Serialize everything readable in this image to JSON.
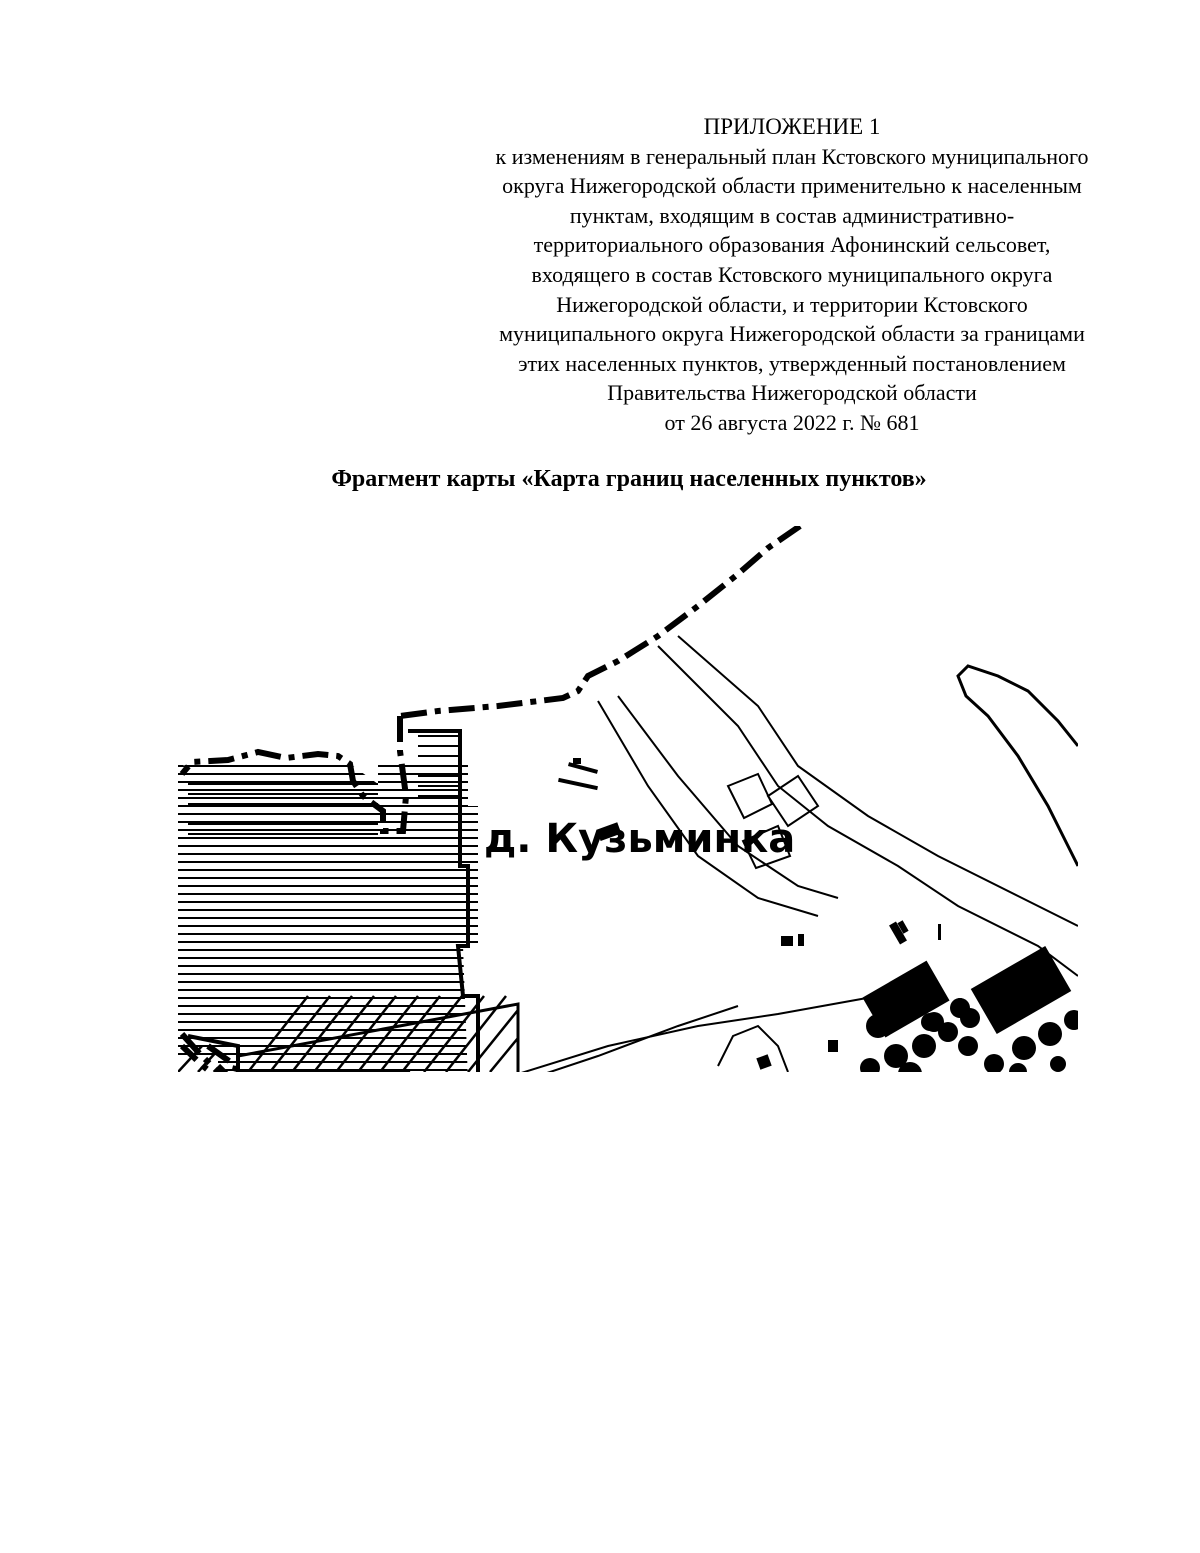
{
  "appendix": {
    "title": "ПРИЛОЖЕНИЕ 1",
    "lines": [
      "к изменениям в генеральный план Кстовского муниципального",
      "округа Нижегородской области применительно к населенным",
      "пунктам, входящим в состав административно-",
      "территориального образования Афонинский сельсовет,",
      "входящего в состав Кстовского муниципального округа",
      "Нижегородской области, и территории Кстовского",
      "муниципального округа Нижегородской области за границами",
      "этих населенных пунктов, утвержденный постановлением",
      "Правительства Нижегородской области",
      "от 26 августа 2022 г. № 681"
    ]
  },
  "map": {
    "caption": "Фрагмент карты «Карта границ населенных пунктов»",
    "settlement_label": "д. Кузьминка",
    "colors": {
      "ink": "#000000",
      "background": "#ffffff"
    }
  }
}
